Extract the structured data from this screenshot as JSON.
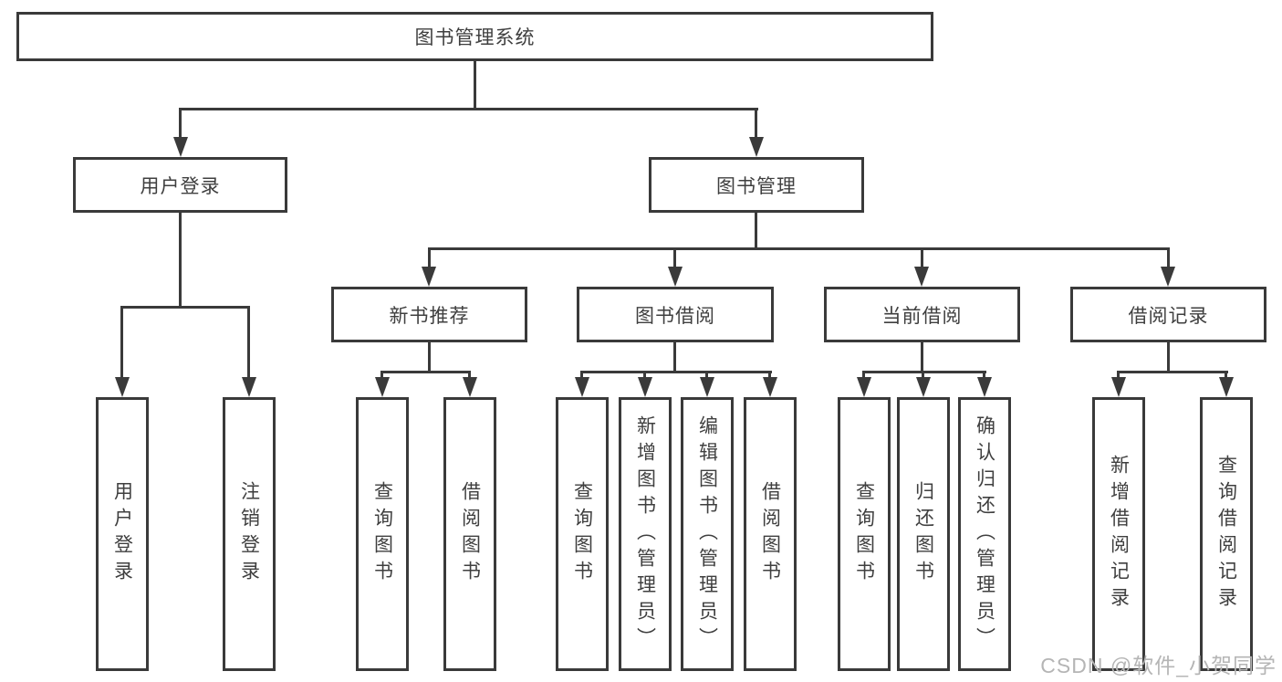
{
  "diagram": {
    "root_label": "图书管理系统",
    "level2": {
      "user_login": "用户登录",
      "book_mgmt": "图书管理"
    },
    "level3": {
      "new_book": "新书推荐",
      "borrowing": "图书借阅",
      "current": "当前借阅",
      "records": "借阅记录"
    },
    "leaves": {
      "user_login": [
        "用户登录",
        "注销登录"
      ],
      "new_book": [
        "查询图书",
        "借阅图书"
      ],
      "borrowing": [
        "查询图书",
        "新增图书（管理员）",
        "编辑图书（管理员）",
        "借阅图书"
      ],
      "current": [
        "查询图书",
        "归还图书",
        "确认归还（管理员）"
      ],
      "records": [
        "新增借阅记录",
        "查询借阅记录"
      ]
    }
  },
  "watermark": "CSDN @软件_小贺同学",
  "colors": {
    "line": "#3a3a3a",
    "text": "#3f3f3f",
    "background": "#ffffff",
    "watermark": "#b5b5b5"
  }
}
